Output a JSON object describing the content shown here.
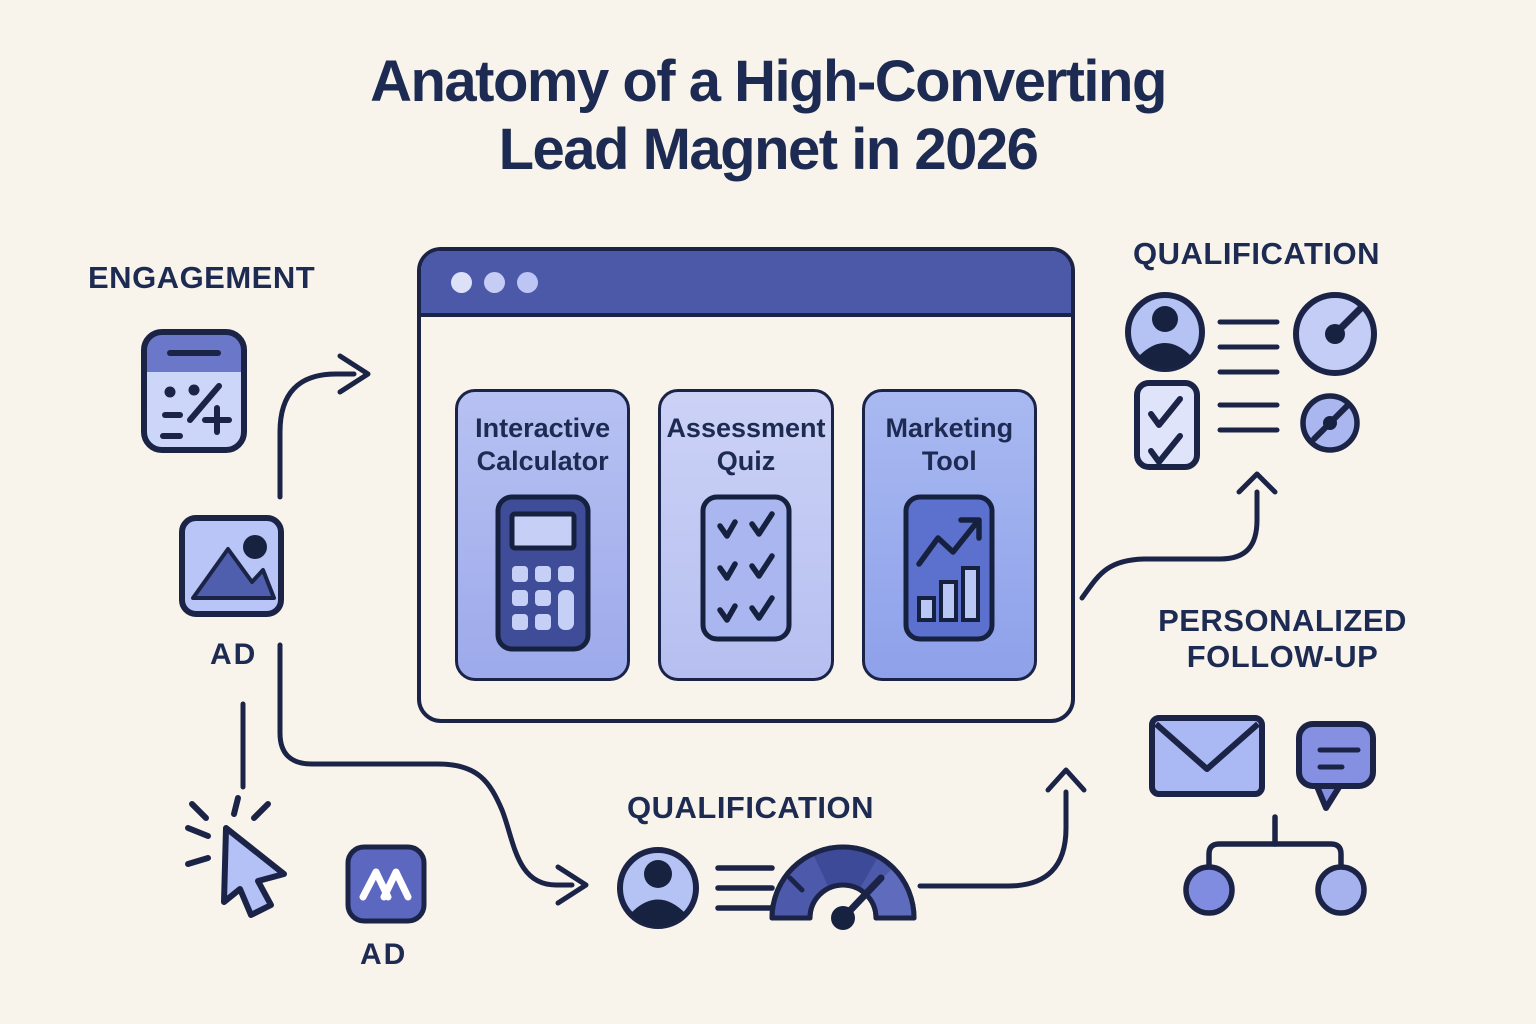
{
  "title": "Anatomy of a High-Converting\nLead Magnet in 2026",
  "colors": {
    "background": "#f8f4eb",
    "ink": "#1b2447",
    "text_navy": "#1d2a52",
    "browser_header": "#4c58a8",
    "card1_fill": "#a9b3ec",
    "card2_fill": "#c6ccf4",
    "card3_fill": "#97a8ec",
    "light_lavender": "#ccd6f8",
    "periwinkle": "#b5c2f4",
    "ad_square": "#5c67c0",
    "chat_fill": "#8590e2",
    "gauge_fill": "#4d5aab"
  },
  "engagement": {
    "label": "ENGAGEMENT",
    "ad_label": "AD",
    "icons": [
      "calculator-icon",
      "image-ad-icon",
      "cursor-click-icon",
      "ad-logo-icon"
    ],
    "ad_logo_label": "AD"
  },
  "browser": {
    "traffic_dots": 3,
    "cards": [
      {
        "title": "Interactive\nCalculator",
        "icon": "calculator-keypad-icon"
      },
      {
        "title": "Assessment\nQuiz",
        "icon": "checklist-sheet-icon"
      },
      {
        "title": "Marketing\nTool",
        "icon": "growth-chart-icon"
      }
    ]
  },
  "qualification_top": {
    "label": "QUALIFICATION",
    "icons": [
      "avatar-icon",
      "text-lines-icon",
      "gauge-icon",
      "checklist-icon",
      "text-lines-icon",
      "small-gauge-icon"
    ]
  },
  "qualification_bottom": {
    "label": "QUALIFICATION",
    "icons": [
      "avatar-icon",
      "text-lines-icon",
      "speedometer-icon"
    ]
  },
  "followup": {
    "label": "PERSONALIZED\nFOLLOW-UP",
    "icons": [
      "envelope-icon",
      "chat-bubble-icon",
      "flowchart-icon"
    ]
  }
}
